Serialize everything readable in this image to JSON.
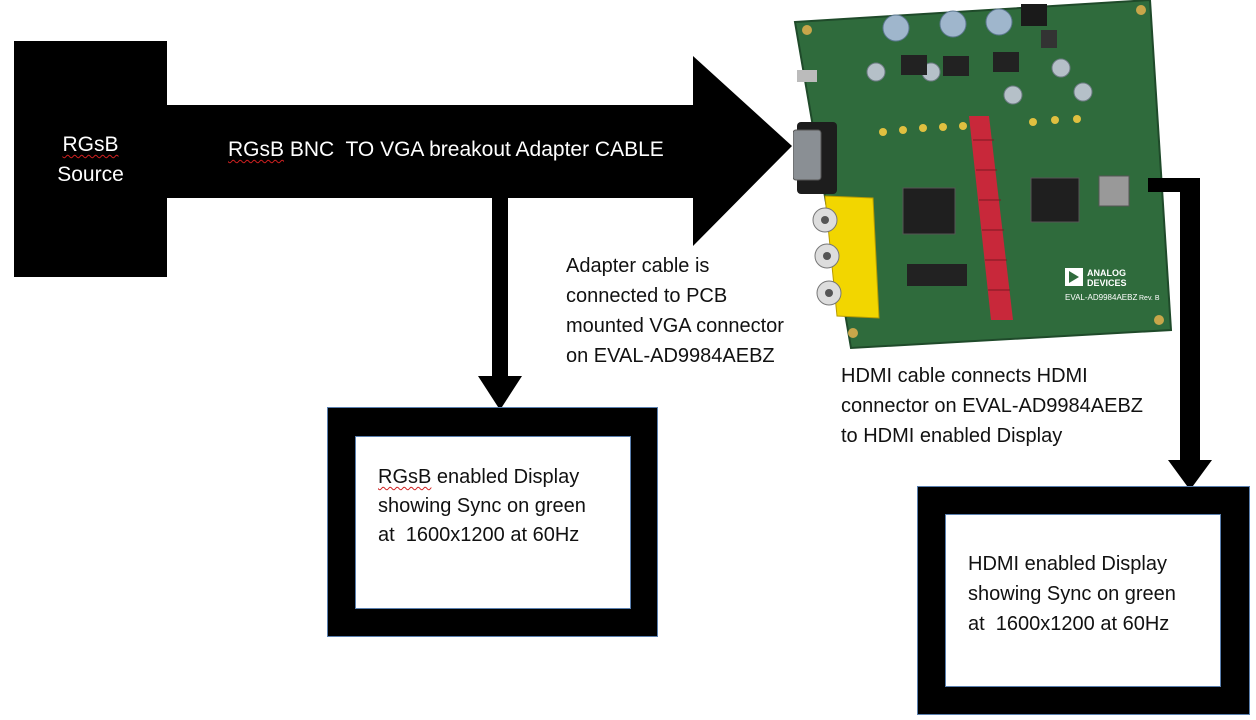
{
  "source": {
    "line1": "RGsB",
    "line2": "Source"
  },
  "arrow": {
    "label_prefix": "RGsB",
    "label_rest": " BNC  TO VGA breakout Adapter CABLE"
  },
  "adapter_caption": {
    "lines": [
      "Adapter cable is",
      "connected to PCB",
      "mounted VGA connector",
      "on EVAL-AD9984AEBZ"
    ]
  },
  "rgsb_display": {
    "line1_prefix": "RGsB",
    "line1_rest": " enabled Display",
    "line2": "showing Sync on green",
    "line3": "at  1600x1200 at 60Hz"
  },
  "hdmi_caption": {
    "lines": [
      "HDMI cable connects HDMI",
      "connector on EVAL-AD9984AEBZ",
      "to HDMI enabled Display"
    ]
  },
  "hdmi_display": {
    "lines": [
      "HDMI enabled Display",
      "showing Sync on green",
      "at  1600x1200 at 60Hz"
    ]
  },
  "pcb": {
    "logo_line1": "ANALOG",
    "logo_line2": "DEVICES",
    "board_label": "EVAL-AD9984AEBZ",
    "rev": "Rev. B",
    "colors": {
      "board": "#2f6b3c",
      "header": "#c8283a",
      "rca": "#f2d600"
    }
  }
}
